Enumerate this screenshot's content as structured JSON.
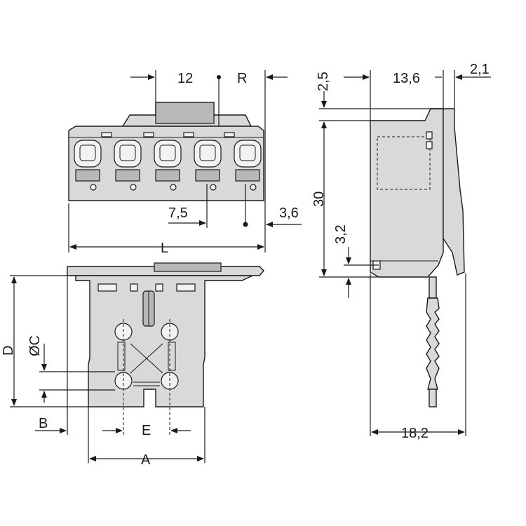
{
  "labels": {
    "top_pitch": "12",
    "top_r": "R",
    "front_pitch": "7,5",
    "front_offset": "3,6",
    "length": "L",
    "dim_d": "D",
    "dim_c": "ØC",
    "dim_b": "B",
    "dim_e": "E",
    "dim_a": "A",
    "side_top_offset": "2,5",
    "side_depth": "13,6",
    "side_latch": "2,1",
    "side_height": "30",
    "side_pin_step": "3,2",
    "side_total_depth": "18,2"
  },
  "colors": {
    "body": "#d9d9d9",
    "outline": "#1a1a1a"
  }
}
